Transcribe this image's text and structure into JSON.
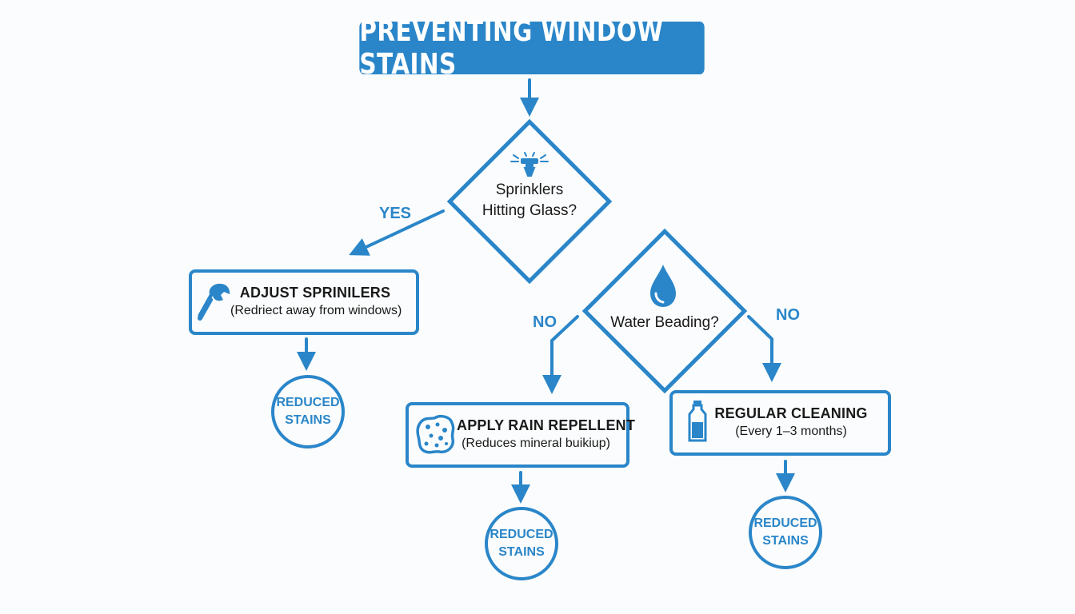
{
  "title": "PREVENTING WINDOW STAINS",
  "colors": {
    "accent": "#2a86c9",
    "background": "#fbfcfd",
    "text": "#1a1a1a"
  },
  "decision_sprinklers": {
    "line1": "Sprinklers",
    "line2": "Hitting Glass?",
    "icon": "sprinkler-icon"
  },
  "decision_beading": {
    "label": "Water Beading?",
    "icon": "water-drop-icon"
  },
  "labels": {
    "yes": "YES",
    "no_left": "NO",
    "no_right": "NO"
  },
  "action_adjust": {
    "title": "ADJUST SPRINILERS",
    "subtitle": "(Redriect away from windows)",
    "icon": "wrench-icon"
  },
  "action_repellent": {
    "title": "APPLY RAIN REPELLENT",
    "subtitle": "(Reduces mineral buikiup)",
    "icon": "sponge-icon"
  },
  "action_cleaning": {
    "title": "REGULAR CLEANING",
    "subtitle": "(Every 1–3 months)",
    "icon": "bottle-icon"
  },
  "outcomes": [
    {
      "line1": "REDUCED",
      "line2": "STAINS"
    },
    {
      "line1": "REDUCED",
      "line2": "STAINS"
    },
    {
      "line1": "REDUCED",
      "line2": "STAINS"
    }
  ]
}
